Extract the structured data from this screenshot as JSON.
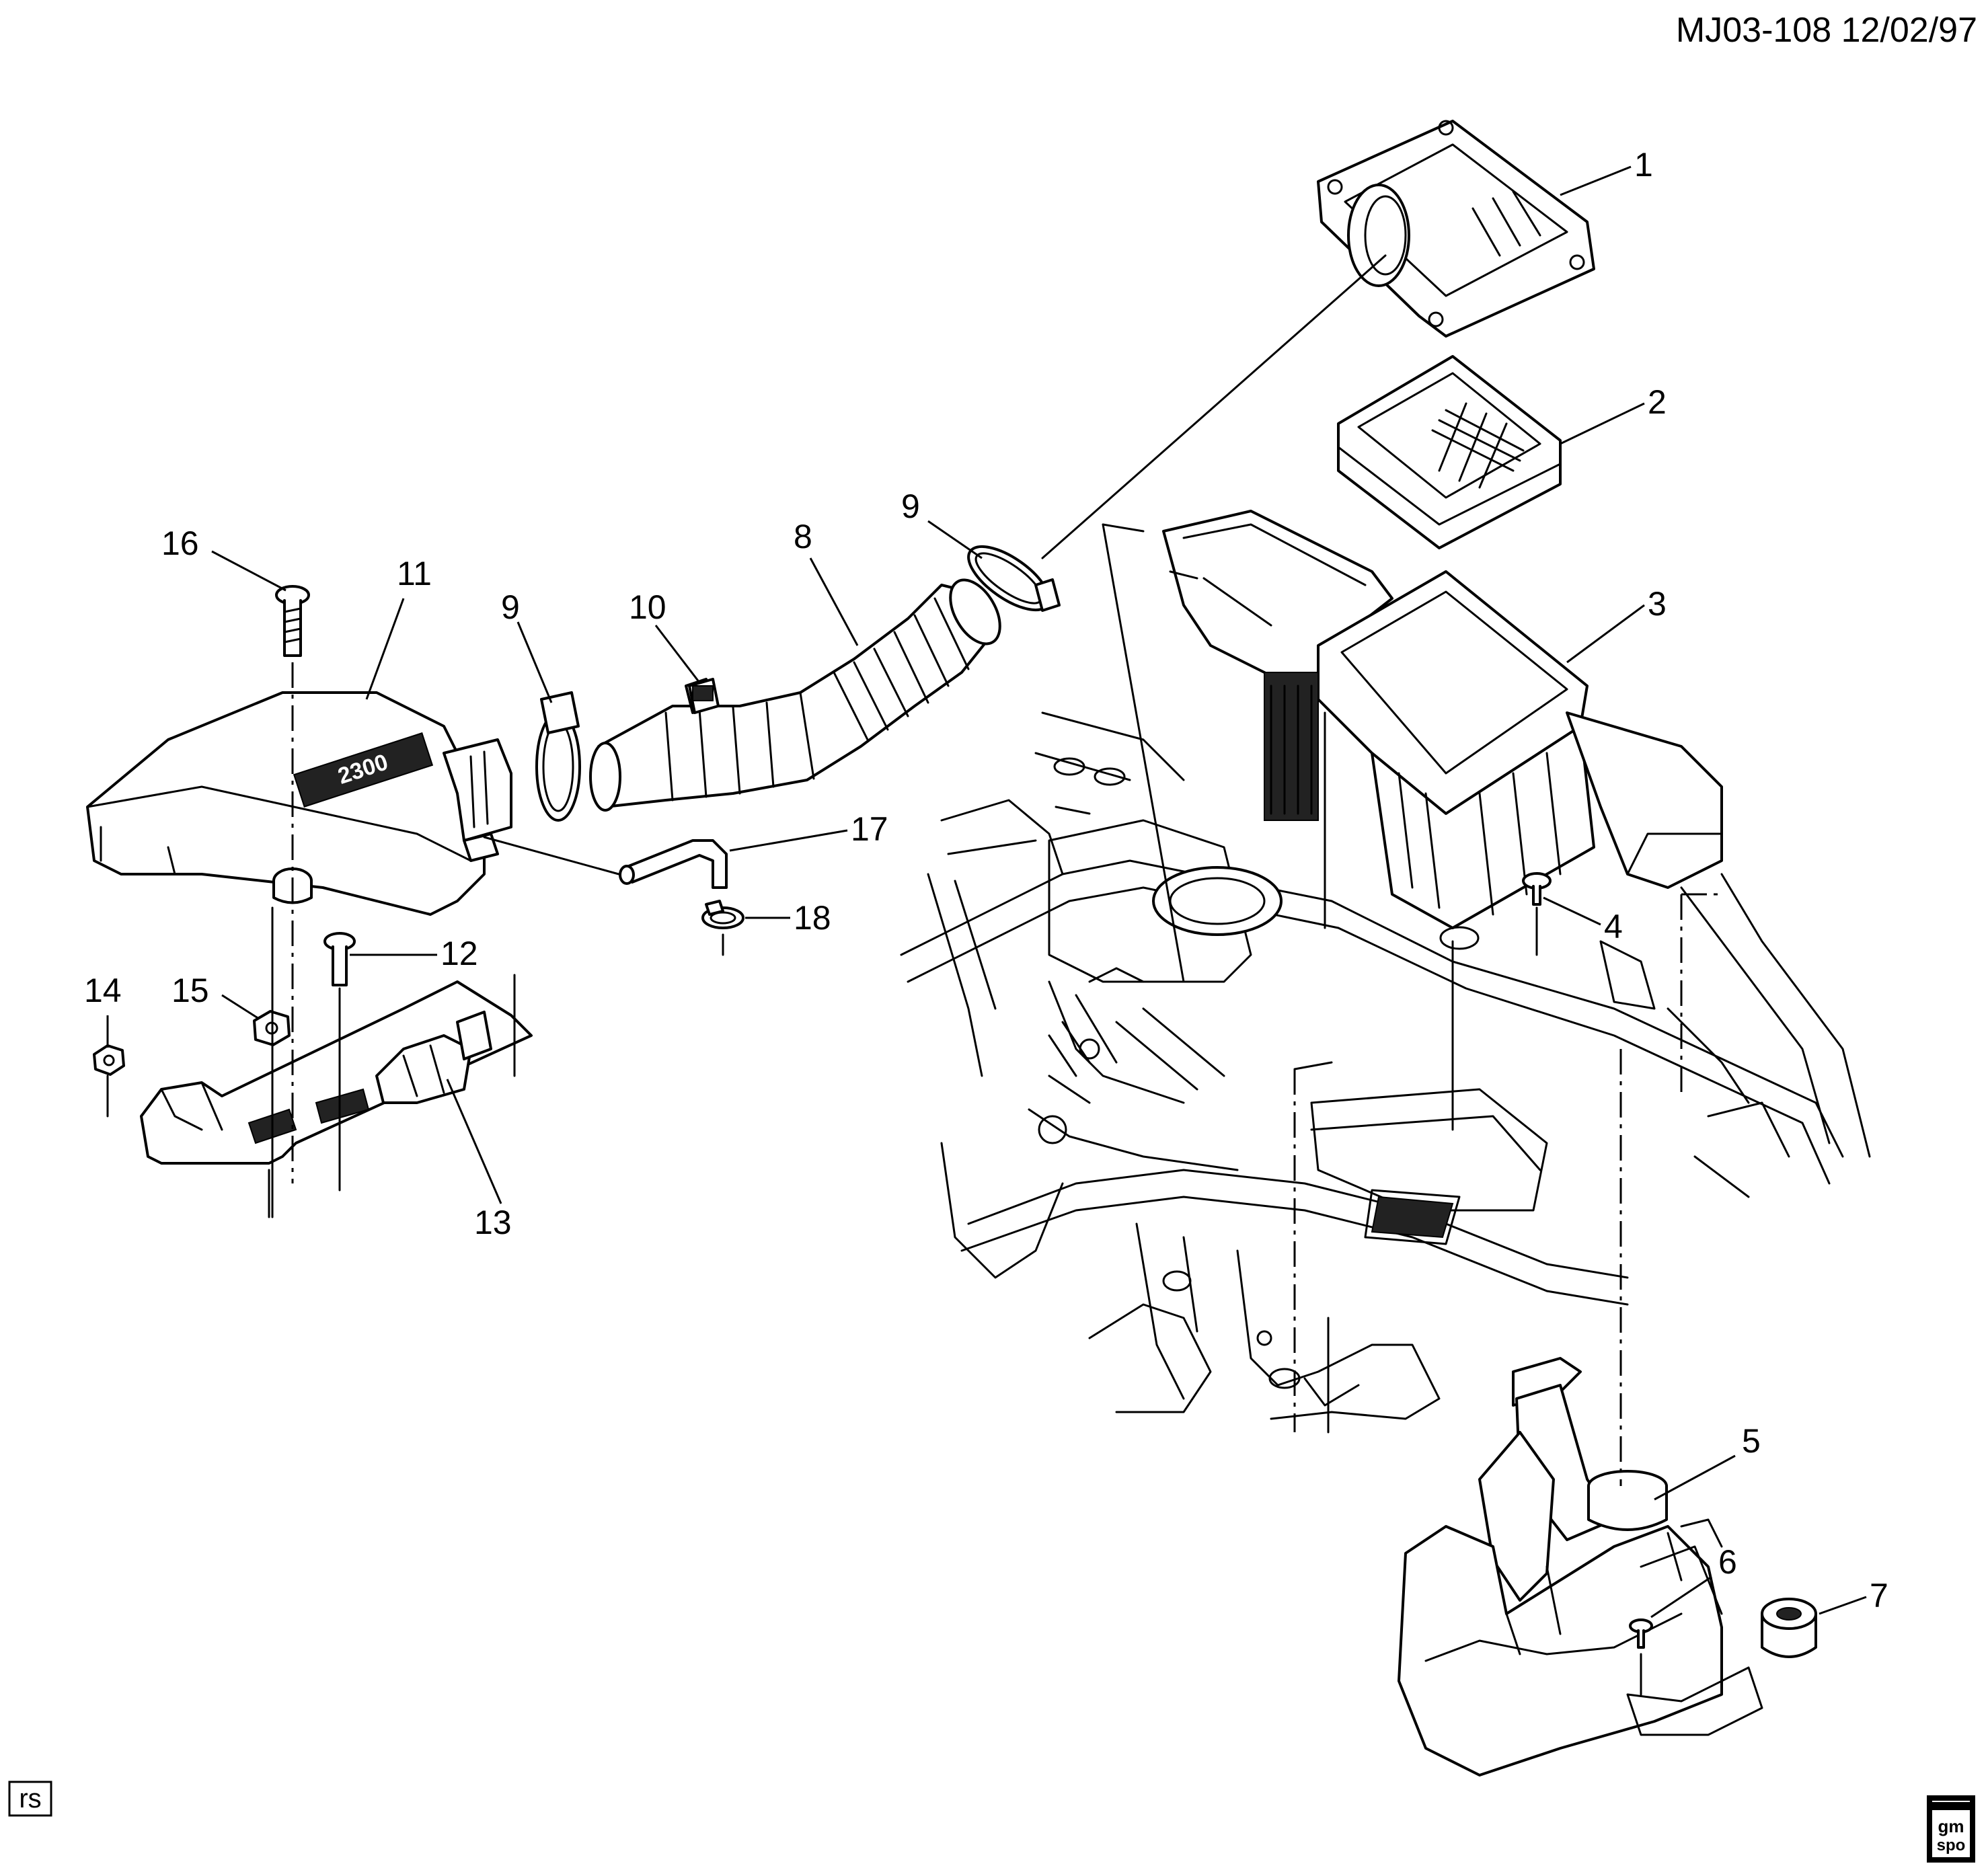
{
  "header": {
    "ref": "MJ03-108 12/02/97"
  },
  "corner_tag": "rs",
  "logo": {
    "line1": "gm",
    "line2": "spo"
  },
  "badge_text": "2300",
  "callouts": [
    "1",
    "2",
    "3",
    "4",
    "5",
    "6",
    "7",
    "8",
    "9",
    "9",
    "10",
    "11",
    "12",
    "13",
    "14",
    "15",
    "16",
    "17",
    "18"
  ]
}
